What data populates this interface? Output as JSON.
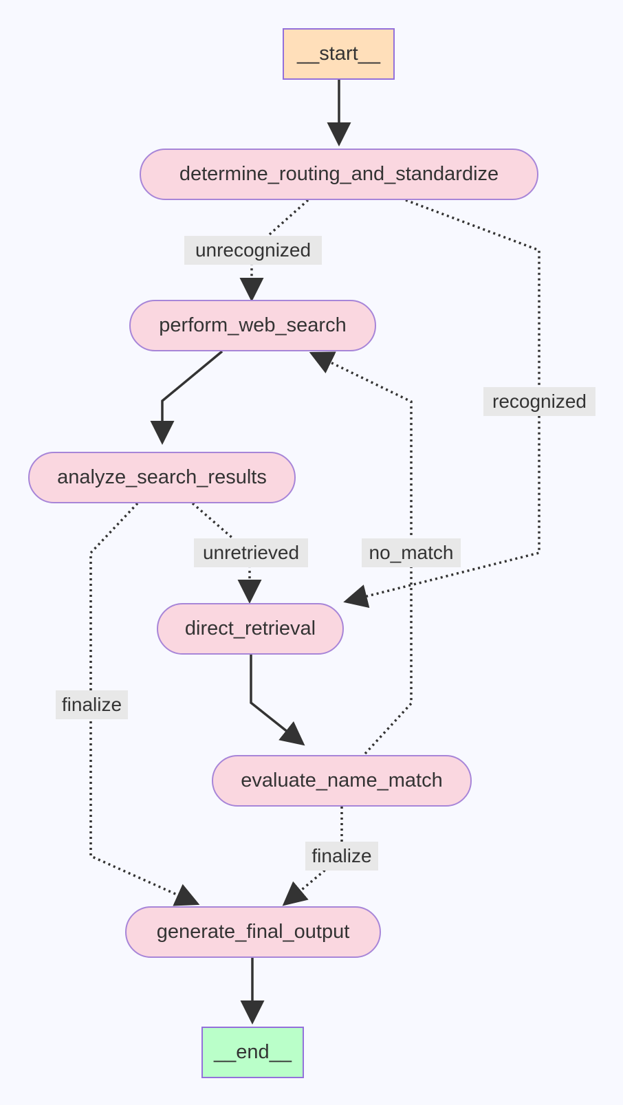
{
  "diagram": {
    "nodes": {
      "start": "__start__",
      "determine_routing_and_standardize": "determine_routing_and_standardize",
      "perform_web_search": "perform_web_search",
      "analyze_search_results": "analyze_search_results",
      "direct_retrieval": "direct_retrieval",
      "evaluate_name_match": "evaluate_name_match",
      "generate_final_output": "generate_final_output",
      "end": "__end__"
    },
    "edge_labels": {
      "unrecognized": "unrecognized",
      "recognized": "recognized",
      "unretrieved": "unretrieved",
      "no_match": "no_match",
      "finalize_left": "finalize",
      "finalize_right": "finalize"
    },
    "colors": {
      "background": "#f8f9ff",
      "start_fill": "#ffdfba",
      "end_fill": "#baffc9",
      "node_fill": "#fad7e0",
      "node_border": "#a785d8",
      "edge": "#333333",
      "label_bg": "#e8e8e8"
    }
  }
}
